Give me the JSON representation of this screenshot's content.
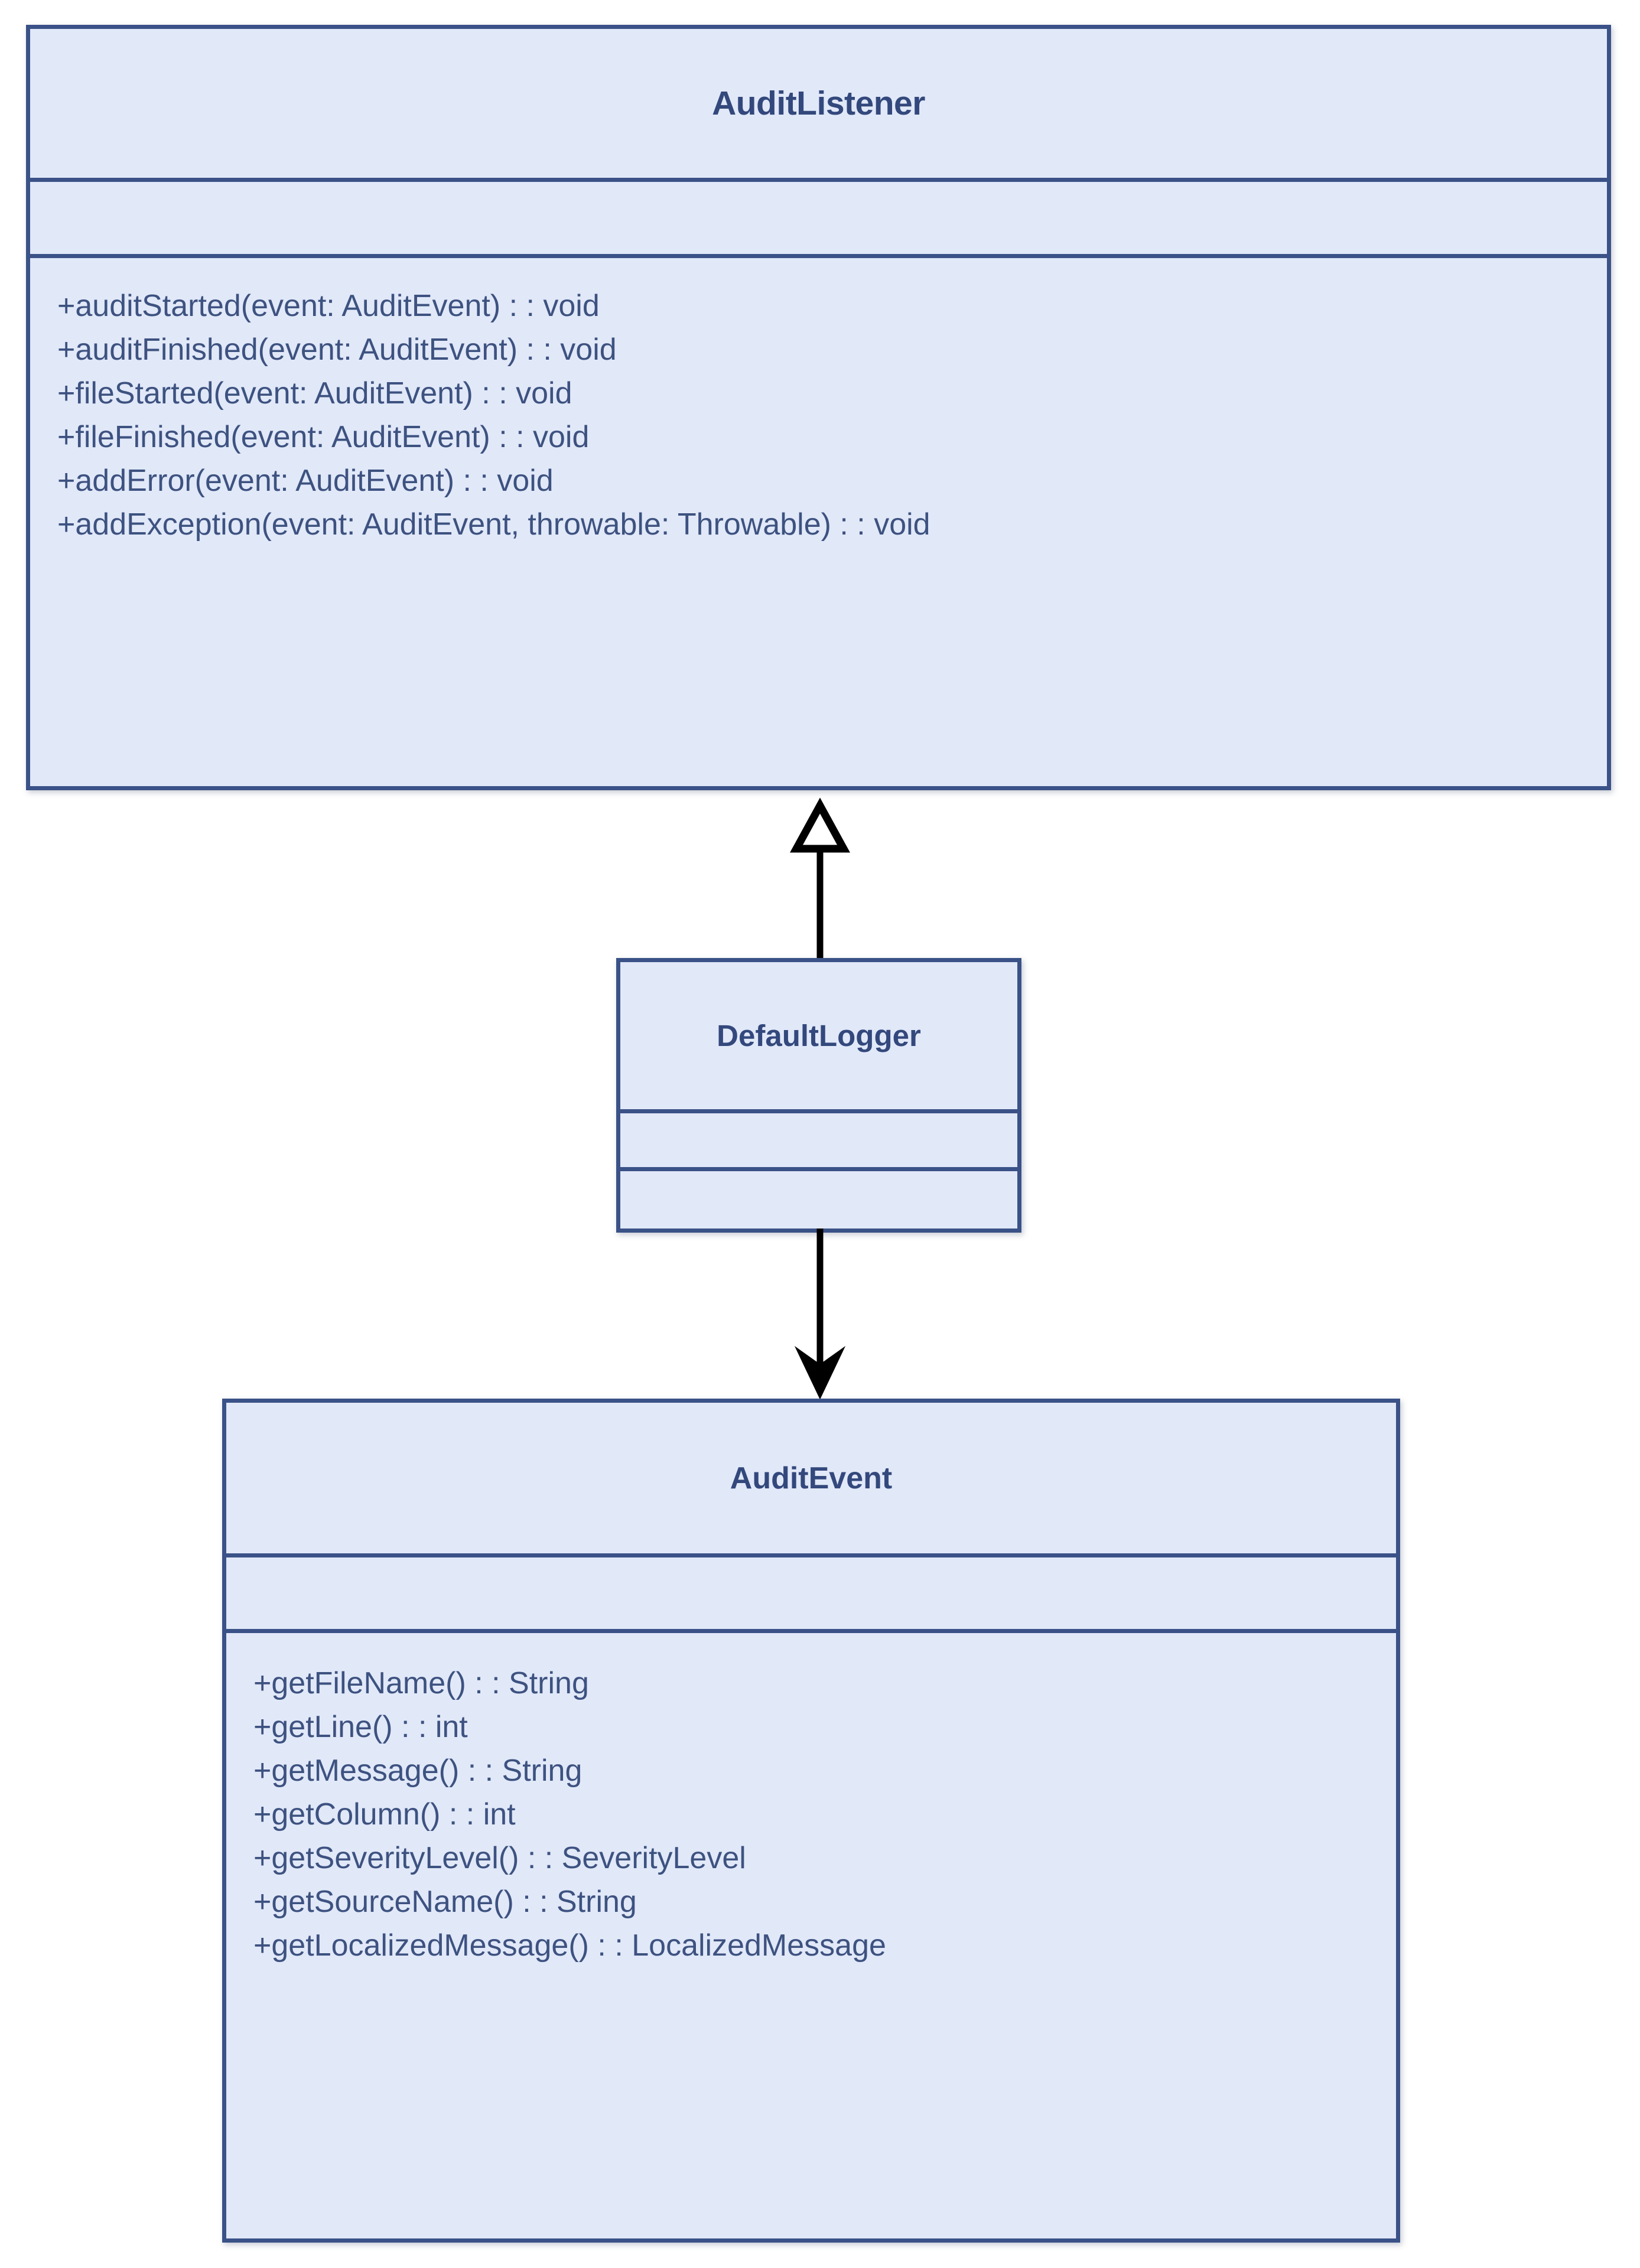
{
  "diagram": {
    "type": "uml-class-diagram",
    "colors": {
      "class_fill": "#e1e8f8",
      "class_border": "#3a5287",
      "title_text": "#33487c",
      "member_text": "#3d5280",
      "connector": "#000000",
      "background": "#ffffff"
    },
    "classes": [
      {
        "id": "auditlistener",
        "name": "AuditListener",
        "attributes": [],
        "methods": [
          "+auditStarted(event: AuditEvent) : : void",
          "+auditFinished(event: AuditEvent) : : void",
          "+fileStarted(event: AuditEvent) : : void",
          "+fileFinished(event: AuditEvent) : : void",
          "+addError(event: AuditEvent) : : void",
          "+addException(event: AuditEvent, throwable: Throwable) : : void"
        ]
      },
      {
        "id": "defaultlogger",
        "name": "DefaultLogger",
        "attributes": [],
        "methods": []
      },
      {
        "id": "auditevent",
        "name": "AuditEvent",
        "attributes": [],
        "methods": [
          "+getFileName() : : String",
          "+getLine() : : int",
          "+getMessage() : : String",
          "+getColumn() : : int",
          "+getSeverityLevel() : : SeverityLevel",
          "+getSourceName() : : String",
          "+getLocalizedMessage() : : LocalizedMessage"
        ]
      }
    ],
    "relationships": [
      {
        "id": "generalization",
        "kind": "generalization",
        "from": "DefaultLogger",
        "to": "AuditListener",
        "arrowhead": "hollow-triangle",
        "direction": "up",
        "label": ""
      },
      {
        "id": "association",
        "kind": "association",
        "from": "DefaultLogger",
        "to": "AuditEvent",
        "arrowhead": "filled-open-arrow",
        "direction": "down",
        "label": ""
      }
    ]
  }
}
